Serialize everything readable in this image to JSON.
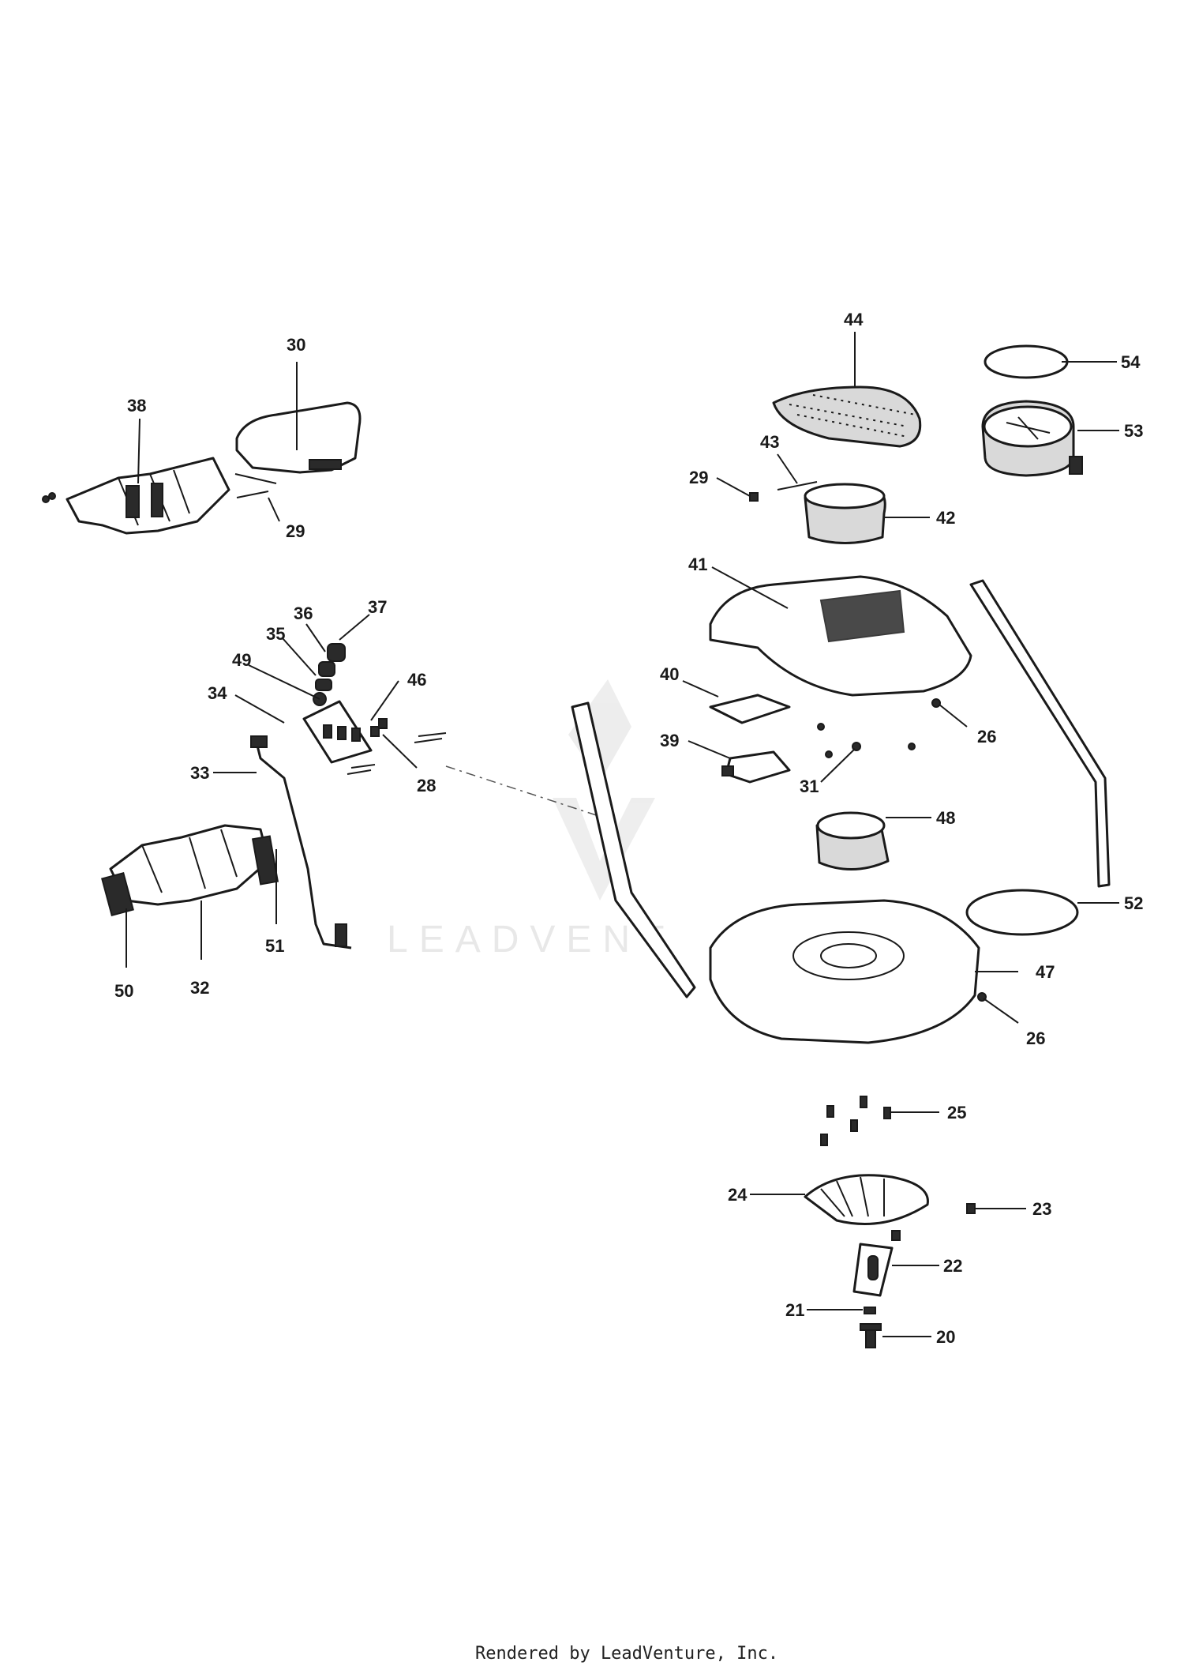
{
  "watermark": {
    "text": "LEADVENT"
  },
  "footer": {
    "credit": "Rendered by LeadVenture, Inc."
  },
  "callouts": [
    {
      "id": "44",
      "label": "44"
    },
    {
      "id": "54",
      "label": "54"
    },
    {
      "id": "53",
      "label": "53"
    },
    {
      "id": "30",
      "label": "30"
    },
    {
      "id": "38",
      "label": "38"
    },
    {
      "id": "43",
      "label": "43"
    },
    {
      "id": "29a",
      "label": "29"
    },
    {
      "id": "29b",
      "label": "29"
    },
    {
      "id": "42",
      "label": "42"
    },
    {
      "id": "41",
      "label": "41"
    },
    {
      "id": "36",
      "label": "36"
    },
    {
      "id": "37",
      "label": "37"
    },
    {
      "id": "35",
      "label": "35"
    },
    {
      "id": "49",
      "label": "49"
    },
    {
      "id": "46",
      "label": "46"
    },
    {
      "id": "34",
      "label": "34"
    },
    {
      "id": "40",
      "label": "40"
    },
    {
      "id": "26a",
      "label": "26"
    },
    {
      "id": "39",
      "label": "39"
    },
    {
      "id": "33",
      "label": "33"
    },
    {
      "id": "28",
      "label": "28"
    },
    {
      "id": "31",
      "label": "31"
    },
    {
      "id": "48",
      "label": "48"
    },
    {
      "id": "52",
      "label": "52"
    },
    {
      "id": "51",
      "label": "51"
    },
    {
      "id": "47",
      "label": "47"
    },
    {
      "id": "32",
      "label": "32"
    },
    {
      "id": "50",
      "label": "50"
    },
    {
      "id": "26b",
      "label": "26"
    },
    {
      "id": "25",
      "label": "25"
    },
    {
      "id": "24",
      "label": "24"
    },
    {
      "id": "23",
      "label": "23"
    },
    {
      "id": "22",
      "label": "22"
    },
    {
      "id": "21",
      "label": "21"
    },
    {
      "id": "20",
      "label": "20"
    }
  ]
}
